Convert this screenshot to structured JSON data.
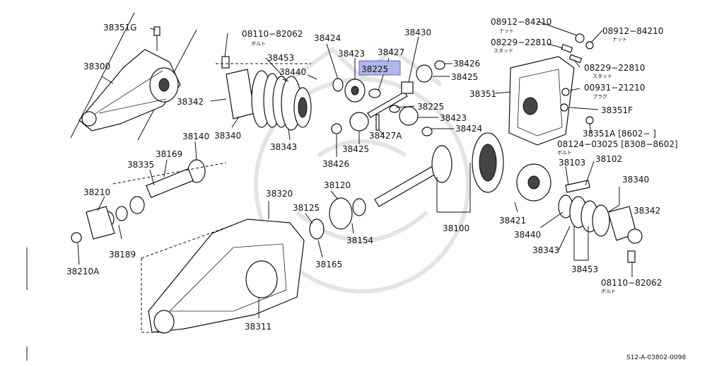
{
  "labels": {
    "p38351G": "38351G",
    "p38300": "38300",
    "p08110a": "08110−82062",
    "p08110a_jp": "ボルト",
    "p38424a": "38424",
    "p38453a": "38453",
    "p38440a": "38440",
    "p38342a": "38342",
    "p38340a": "38340",
    "p38343a": "38343",
    "p38423a": "38423",
    "p38427": "38427",
    "p38430": "38430",
    "p38225sel": "38225",
    "p38426a": "38426",
    "p38425a": "38425",
    "p38225b": "38225",
    "p38423b": "38423",
    "p38424b": "38424",
    "p38427A": "38427A",
    "p38425b": "38425",
    "p38426b": "38426",
    "p08912a": "08912−84210",
    "p08912a_jp": "ナット",
    "p08912b": "08912−84210",
    "p08912b_jp": "ナット",
    "p08229a": "08229−22810",
    "p08229a_jp": "スタッド",
    "p08229b": "08229−22810",
    "p08229b_jp": "スタッド",
    "p00931": "00931−21210",
    "p00931_jp": "プラグ",
    "p38351": "38351",
    "p38351F": "38351F",
    "p38351A": "38351A [8602−        ]",
    "p08124": "08124−03025 [8308−8602]",
    "p08124_jp": "ボルト",
    "p38102": "38102",
    "p38103": "38103",
    "p38140": "38140",
    "p38169": "38169",
    "p38335": "38335",
    "p38210": "38210",
    "p38189": "38189",
    "p38210A": "38210A",
    "p38320": "38320",
    "p38120": "38120",
    "p38125": "38125",
    "p38154": "38154",
    "p38165": "38165",
    "p38311": "38311",
    "p38100": "38100",
    "p38421": "38421",
    "p38440b": "38440",
    "p38343b": "38343",
    "p38453b": "38453",
    "p38340b": "38340",
    "p38342b": "38342",
    "p08110b": "08110−82062",
    "p08110b_jp": "ボルト",
    "footer": "S12-A-03802-0098"
  },
  "colors": {
    "highlight_fill": "#aab0e8",
    "highlight_stroke": "#4b55b8",
    "ink": "#111111",
    "watermark": "#e4e4e4"
  }
}
